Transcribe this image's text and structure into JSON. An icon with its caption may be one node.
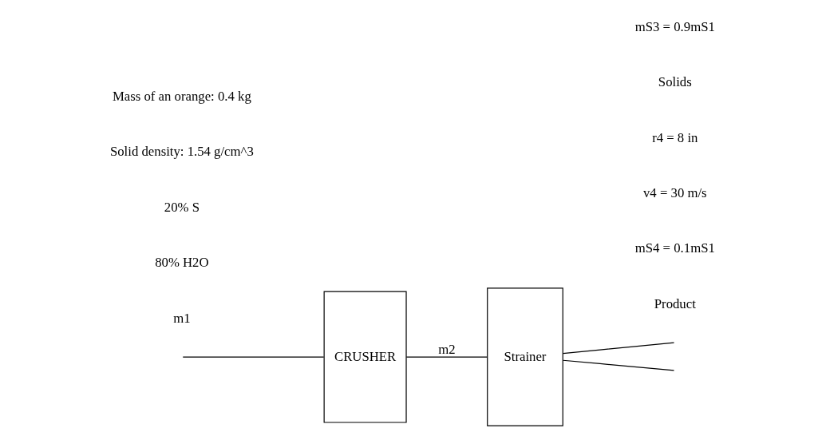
{
  "diagram": {
    "nodes": [
      {
        "text": [
          "CRUSHER"
        ]
      },
      {
        "text": [
          "Strainer"
        ]
      }
    ],
    "edges": [
      {
        "from": null,
        "to": 0,
        "arrow": "none"
      },
      {
        "from": 0,
        "to": 1,
        "arrow": "none",
        "label": "m2"
      },
      {
        "from": 1,
        "to": null,
        "arrow": "none"
      },
      {
        "from": 1,
        "to": null,
        "arrow": "none"
      }
    ],
    "labels": [
      "m1",
      "80% H2O",
      "20% S",
      "Product",
      "mS4 = 0.1mS1",
      "v4 = 30 m/s",
      "r4 = 8 in",
      "Solids",
      "mS3 = 0.9mS1",
      "Solid density: 1.54 g/cm^3",
      "Mass of an orange: 0.4 kg"
    ]
  }
}
